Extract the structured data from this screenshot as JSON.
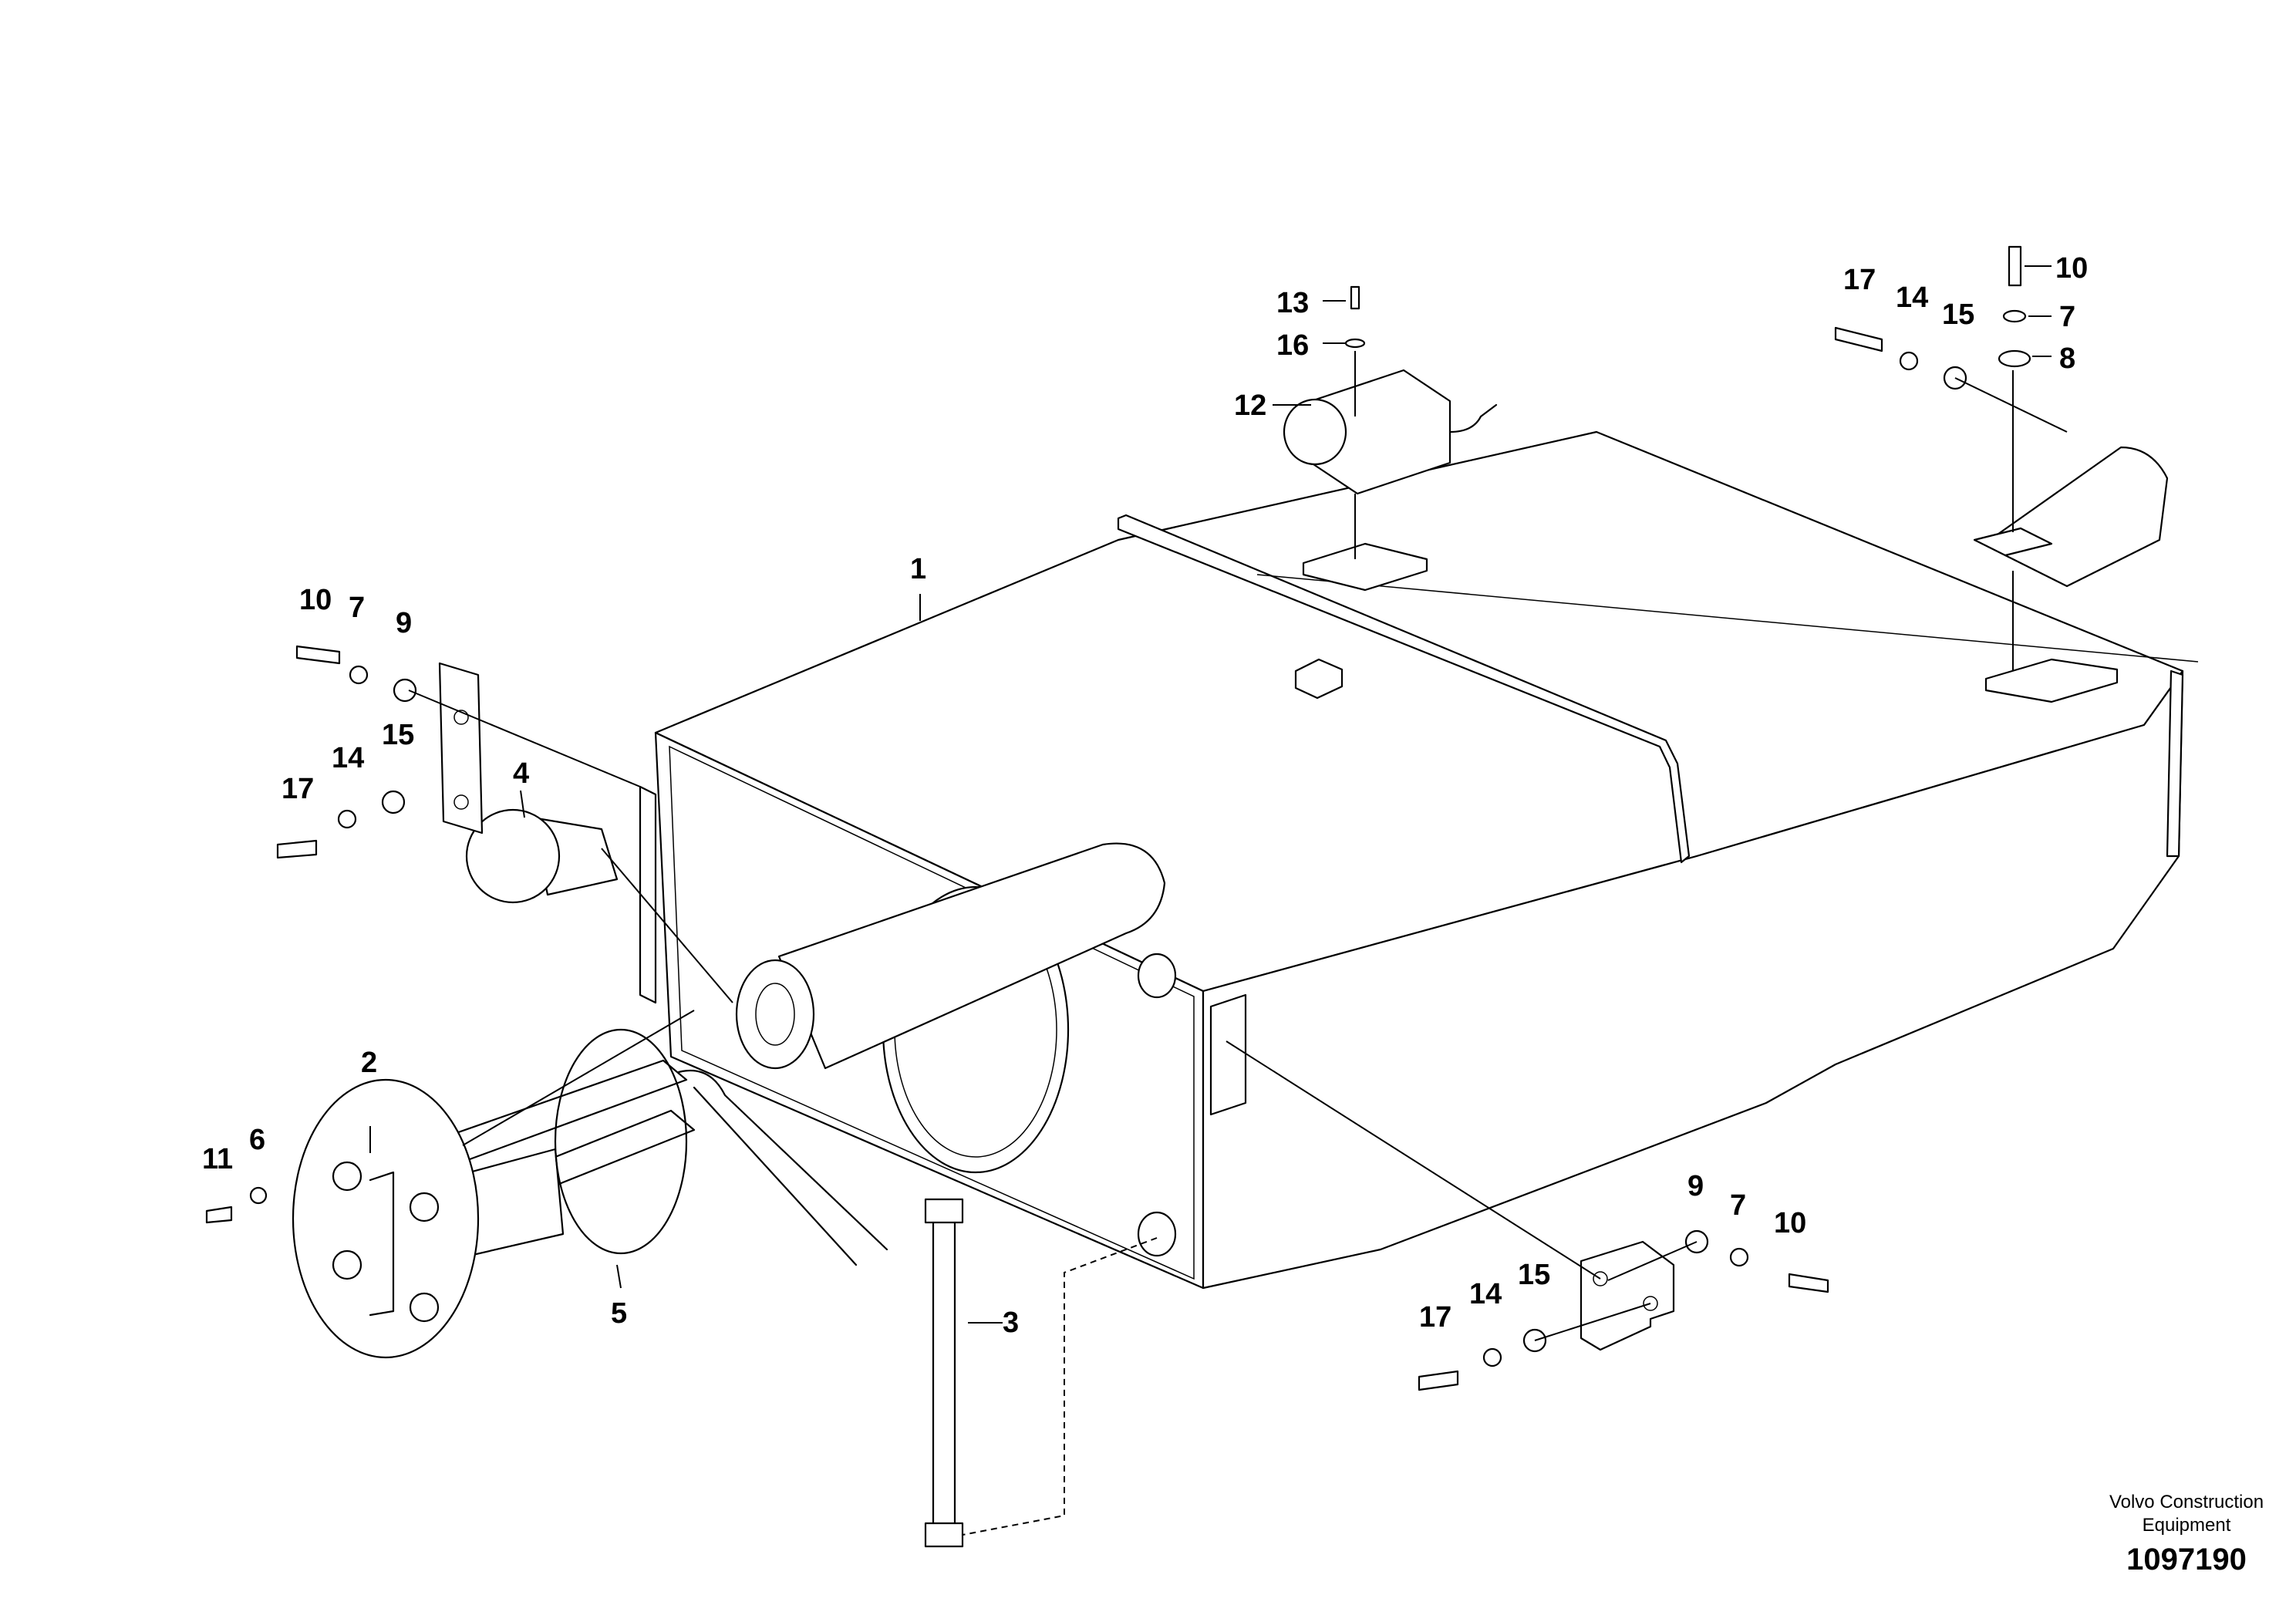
{
  "diagram": {
    "labels": [
      "1",
      "2",
      "3",
      "4",
      "5",
      "6",
      "7",
      "8",
      "9",
      "10",
      "11",
      "12",
      "13",
      "14",
      "15",
      "16",
      "17"
    ],
    "credit_line1": "Volvo Construction",
    "credit_line2": "Equipment",
    "document_number": "1097190"
  }
}
